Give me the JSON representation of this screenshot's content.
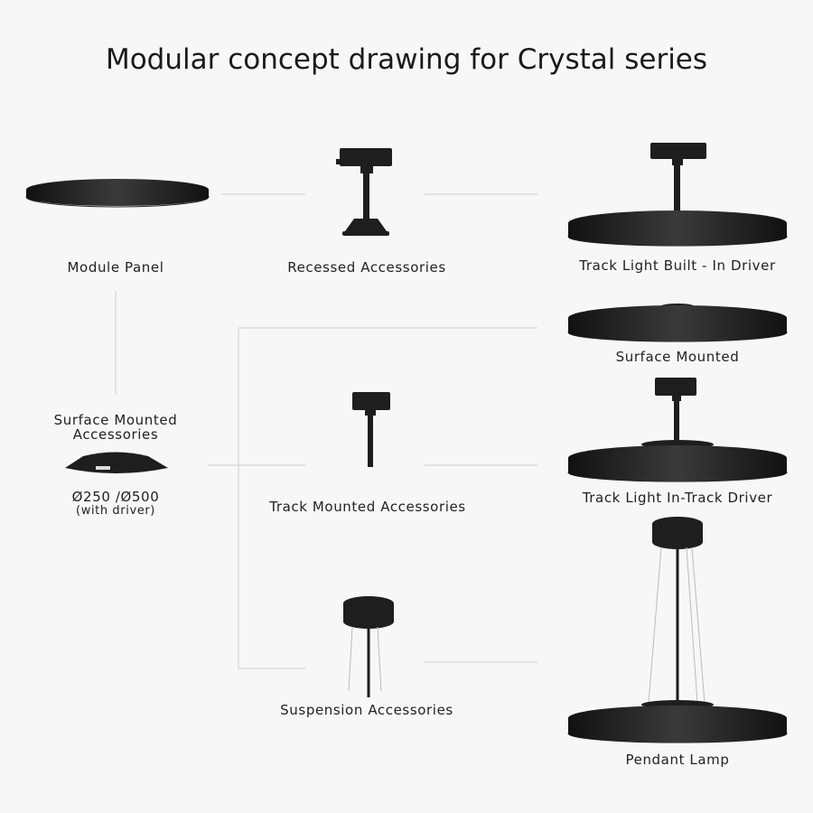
{
  "title": "Modular concept drawing for Crystal series",
  "labels": {
    "module_panel": "Module Panel",
    "recessed": "Recessed Accessories",
    "track_builtin": "Track Light Built - In Driver",
    "surface_mounted": "Surface Mounted",
    "surface_acc_1": "Surface Mounted",
    "surface_acc_2": "Accessories",
    "size": "Ø250 /Ø500",
    "driver_note": "(with driver)",
    "track_mounted": "Track Mounted Accessories",
    "track_intrack": "Track Light In-Track Driver",
    "suspension": "Suspension Accessories",
    "pendant": "Pendant Lamp"
  },
  "colors": {
    "background": "#f7f7f7",
    "product": "#1e1e1e",
    "connector": "#cccccc",
    "diffuser": "#ffffff"
  }
}
